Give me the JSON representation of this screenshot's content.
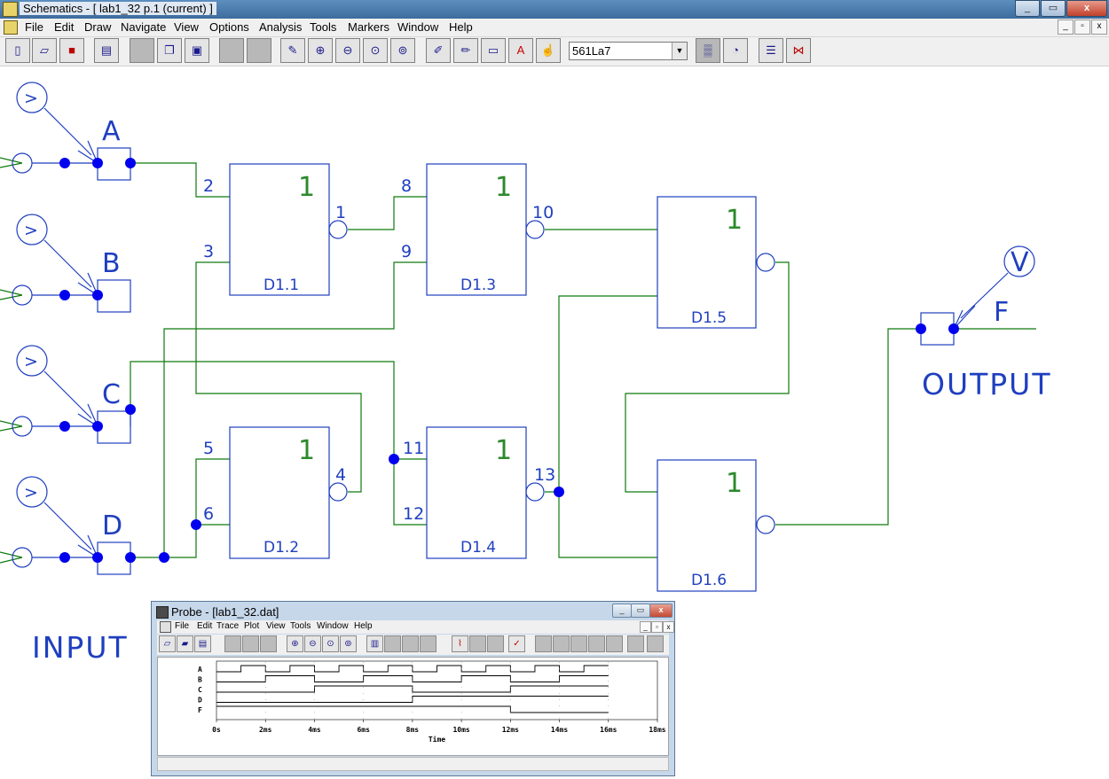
{
  "window": {
    "title": "Schematics - [ lab1_32  p.1 (current) ]",
    "minimize": "_",
    "maximize": "▭",
    "close": "x"
  },
  "menu": [
    "File",
    "Edit",
    "Draw",
    "Navigate",
    "View",
    "Options",
    "Analysis",
    "Tools",
    "Markers",
    "Window",
    "Help"
  ],
  "mdi_buttons": [
    "_",
    "▫",
    "x"
  ],
  "toolbar": {
    "part_combo_value": "561La7",
    "combo_arrow": "▼",
    "icons": [
      "new-icon",
      "open-icon",
      "save-icon",
      "print-icon",
      "cut-icon",
      "copy-icon",
      "paste-icon",
      "undo-icon",
      "redo-icon",
      "redraw-icon",
      "zoom-in-icon",
      "zoom-out-icon",
      "zoom-area-icon",
      "zoom-fit-icon",
      "draw-wire-icon",
      "draw-bus-icon",
      "draw-block-icon",
      "text-icon",
      "get-part-icon",
      "edit-symbol-icon",
      "setup-analysis-icon",
      "simulate-icon",
      "run-probe-icon"
    ]
  },
  "schematic": {
    "colors": {
      "wire": "#0e7a0e",
      "part": "#1f3fbf",
      "node": "#0000ee",
      "gate_symbol": "#2b8a2b"
    },
    "gate_symbol_text": "1",
    "inputs": [
      "A",
      "B",
      "C",
      "D"
    ],
    "output_label": "F",
    "voltage_marker": "V",
    "gates": [
      {
        "name": "D1.1",
        "pins": [
          "2",
          "3"
        ],
        "out": "1"
      },
      {
        "name": "D1.3",
        "pins": [
          "8",
          "9"
        ],
        "out": "10"
      },
      {
        "name": "D1.2",
        "pins": [
          "5",
          "6"
        ],
        "out": "4"
      },
      {
        "name": "D1.4",
        "pins": [
          "11",
          "12"
        ],
        "out": "13"
      },
      {
        "name": "D1.5",
        "pins": [],
        "out": ""
      },
      {
        "name": "D1.6",
        "pins": [],
        "out": ""
      }
    ],
    "input_caption": "INPUT",
    "output_caption": "OUTPUT"
  },
  "probe": {
    "title": "Probe - [lab1_32.dat]",
    "menu": [
      "File",
      "Edit",
      "Trace",
      "Plot",
      "View",
      "Tools",
      "Window",
      "Help"
    ],
    "window_buttons": [
      "_",
      "▭",
      "x"
    ],
    "mdi_buttons": [
      "_",
      "▫",
      "x"
    ],
    "signals": [
      "A",
      "B",
      "C",
      "D",
      "F"
    ],
    "time_ticks": [
      "0s",
      "2ms",
      "4ms",
      "6ms",
      "8ms",
      "10ms",
      "12ms",
      "14ms",
      "16ms",
      "18ms"
    ],
    "xlabel": "Time"
  },
  "chart_data": {
    "type": "line",
    "title": "",
    "xlabel": "Time",
    "ylabel": "",
    "x_unit": "ms",
    "xlim": [
      0,
      18
    ],
    "series": [
      {
        "name": "A",
        "transitions_ms": [
          0,
          1,
          2,
          3,
          4,
          5,
          6,
          7,
          8,
          9,
          10,
          11,
          12,
          13,
          14,
          15,
          16
        ],
        "initial": 0
      },
      {
        "name": "B",
        "transitions_ms": [
          0,
          2,
          4,
          6,
          8,
          10,
          12,
          14,
          16
        ],
        "initial": 0
      },
      {
        "name": "C",
        "transitions_ms": [
          0,
          4,
          8,
          12,
          16
        ],
        "initial": 0
      },
      {
        "name": "D",
        "transitions_ms": [
          0,
          8,
          16
        ],
        "initial": 0
      },
      {
        "name": "F",
        "transitions_ms": [
          0,
          12,
          16
        ],
        "initial": 1
      }
    ]
  }
}
